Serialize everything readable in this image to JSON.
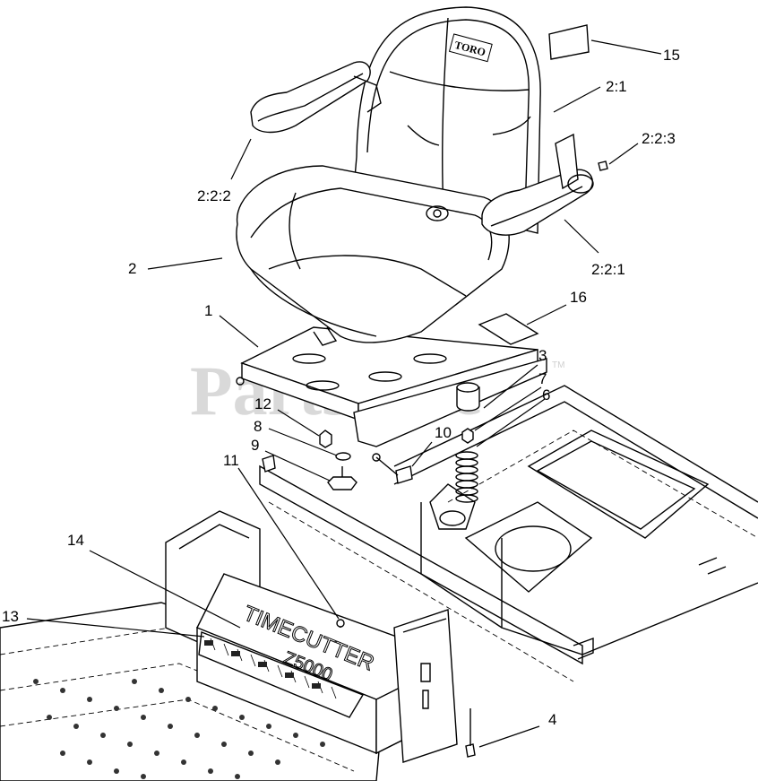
{
  "watermark": {
    "text": "PartsTree",
    "trademark": "TM"
  },
  "seat_logo": "TORO",
  "machine_badge": {
    "model": "TIMECUTTER",
    "series": "Z5000"
  },
  "callouts": {
    "c1": "1",
    "c2": "2",
    "c2_1": "2:1",
    "c2_2_1": "2:2:1",
    "c2_2_2": "2:2:2",
    "c2_2_3": "2:2:3",
    "c3": "3",
    "c4": "4",
    "c6": "6",
    "c7": "7",
    "c8": "8",
    "c9": "9",
    "c10": "10",
    "c11": "11",
    "c12": "12",
    "c13": "13",
    "c14": "14",
    "c15": "15",
    "c16": "16"
  }
}
